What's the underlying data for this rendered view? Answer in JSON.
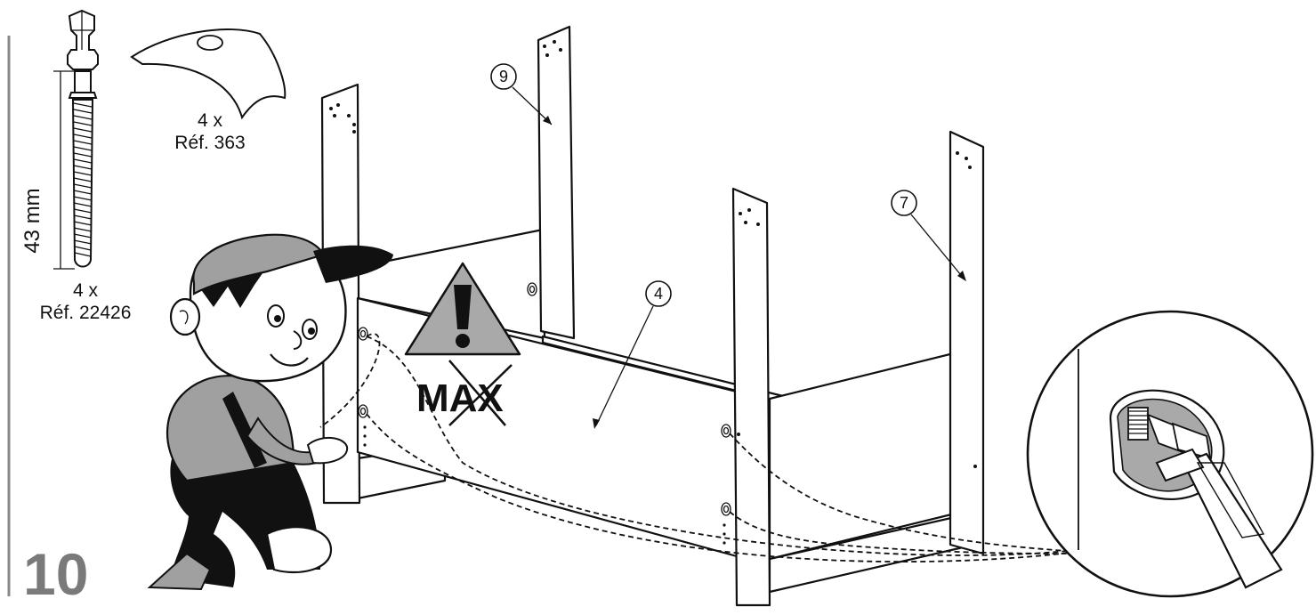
{
  "step_number": "10",
  "hardware": [
    {
      "quantity": "4 x",
      "reference": "Réf. 22426",
      "length": "43 mm"
    },
    {
      "quantity": "4 x",
      "reference": "Réf. 363"
    }
  ],
  "part_callouts": [
    "9",
    "7",
    "4"
  ],
  "warning": {
    "label": "MAX",
    "symbol": "!"
  },
  "colors": {
    "ink": "#111111",
    "step_grey": "#7a7a7a",
    "warning_grey": "#a9a9a9",
    "figure_grey": "#a0a0a0"
  },
  "icons": [
    "warning-triangle-icon",
    "screwdriver-icon",
    "cam-bolt-icon",
    "cam-cover-icon"
  ]
}
